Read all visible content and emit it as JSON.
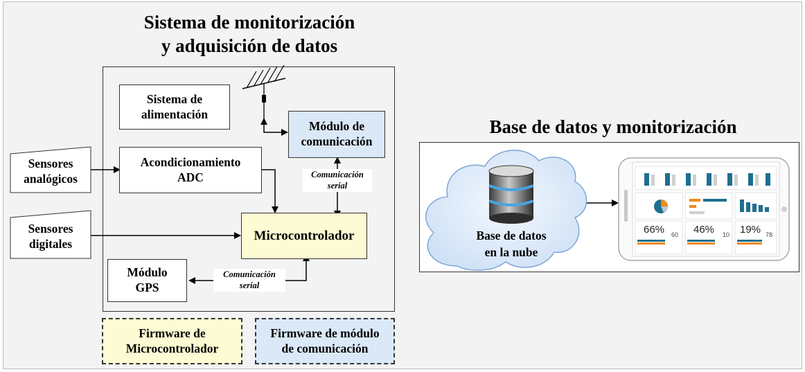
{
  "left_section": {
    "title_line1": "Sistema de monitorización",
    "title_line2": "y adquisición de datos"
  },
  "right_section": {
    "title": "Base de datos y monitorización",
    "cloud_label_line1": "Base de datos",
    "cloud_label_line2": "en la nube"
  },
  "blocks": {
    "power": {
      "line1": "Sistema de",
      "line2": "alimentación"
    },
    "comm_module": {
      "line1": "Módulo de",
      "line2": "comunicación"
    },
    "adc": {
      "line1": "Acondicionamiento",
      "line2": "ADC"
    },
    "micro": {
      "line1": "Microcontrolador"
    },
    "gps": {
      "line1": "Módulo",
      "line2": "GPS"
    },
    "analog_sensors": {
      "line1": "Sensores",
      "line2": "analógicos"
    },
    "digital_sensors": {
      "line1": "Sensores",
      "line2": "digitales"
    },
    "fw_micro": {
      "line1": "Firmware de",
      "line2": "Microcontrolador"
    },
    "fw_comm": {
      "line1": "Firmware de módulo",
      "line2": "de comunicación"
    }
  },
  "links": {
    "serial_top": {
      "line1": "Comunicación",
      "line2": "serial"
    },
    "serial_bottom": {
      "line1": "Comunicación",
      "line2": "serial"
    }
  },
  "phone_dashboard": {
    "kpis": [
      {
        "percent": "66%",
        "value": "60"
      },
      {
        "percent": "46%",
        "value": "10"
      },
      {
        "percent": "19%",
        "value": "78"
      }
    ]
  },
  "colors": {
    "blue_fill": "#dbe8f7",
    "yellow_fill": "#fdfbd3",
    "cloud_fill": "#dce9f8",
    "dashboard_teal": "#1e6f8f",
    "dashboard_orange": "#ef8a17"
  },
  "icons": [
    "antenna-icon",
    "database-icon",
    "cloud-icon",
    "smartphone-icon"
  ]
}
